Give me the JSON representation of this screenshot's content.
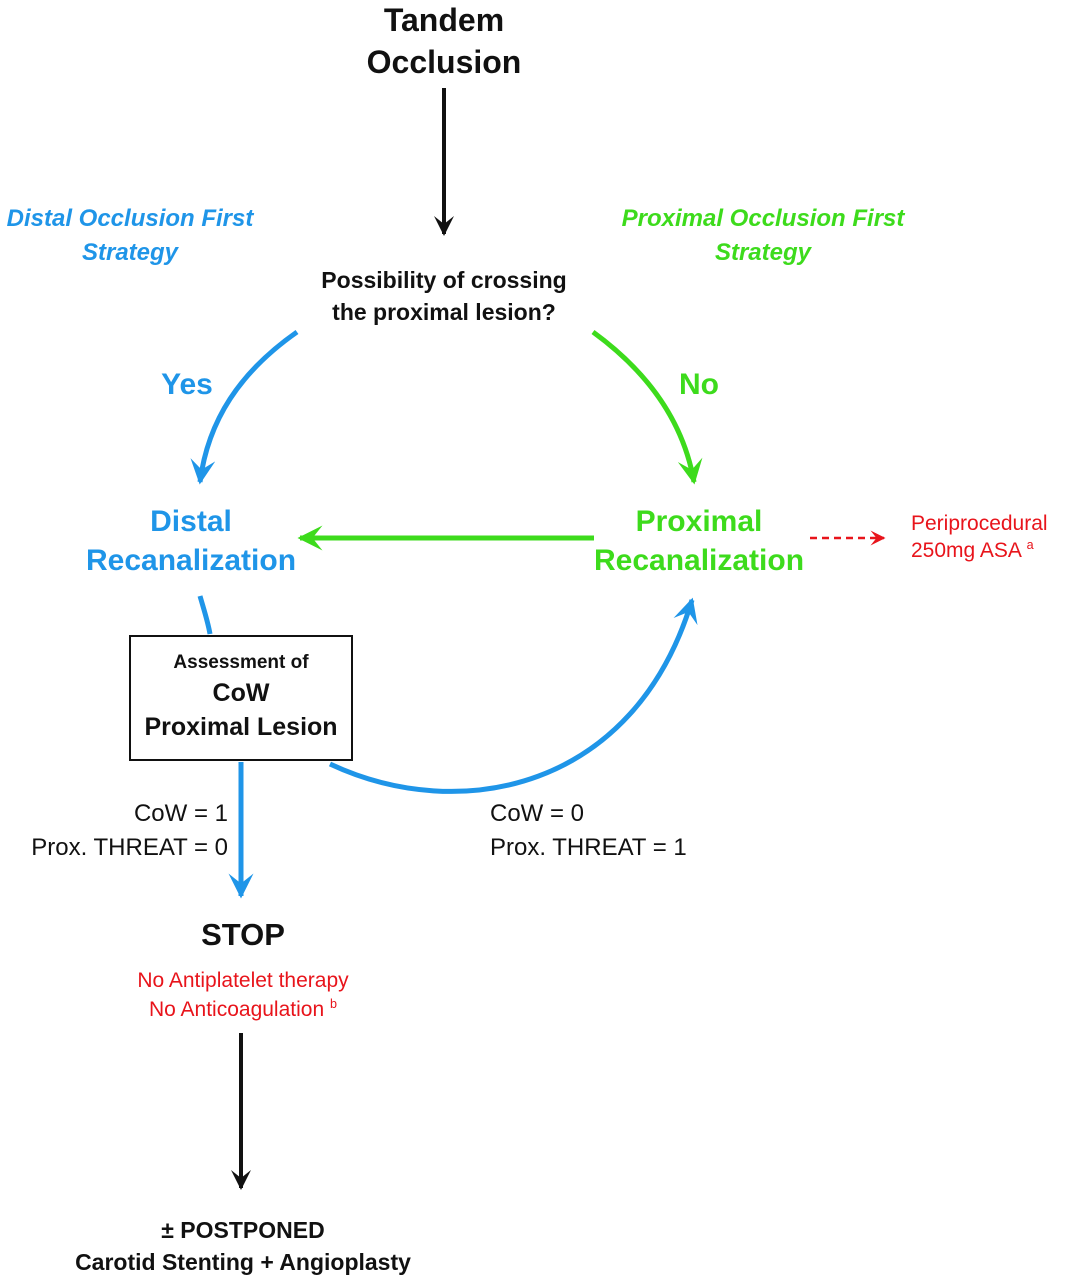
{
  "top_node": {
    "line1": "Tandem",
    "line2": "Occlusion"
  },
  "left_strategy": {
    "line1": "Distal Occlusion First",
    "line2": "Strategy"
  },
  "right_strategy": {
    "line1": "Proximal Occlusion First",
    "line2": "Strategy"
  },
  "question": {
    "line1": "Possibility of crossing",
    "line2": "the proximal lesion?"
  },
  "yes_label": "Yes",
  "no_label": "No",
  "distal": {
    "line1": "Distal",
    "line2": "Recanalization"
  },
  "proximal": {
    "line1": "Proximal",
    "line2": "Recanalization"
  },
  "periprocedural": {
    "line1": "Periprocedural",
    "line2": "250mg ASA",
    "footnote": "a"
  },
  "assessment": {
    "line1": "Assessment of",
    "line2": "CoW",
    "line3": "Proximal Lesion"
  },
  "left_condition": {
    "line1": "CoW = 1",
    "line2": "Prox. THREAT = 0"
  },
  "right_condition": {
    "line1": "CoW = 0",
    "line2": "Prox. THREAT = 1"
  },
  "stop": {
    "label": "STOP",
    "line1": "No Antiplatelet therapy",
    "line2": "No Anticoagulation",
    "footnote": "b"
  },
  "final": {
    "line1": "± POSTPONED",
    "line2": "Carotid Stenting + Angioplasty"
  },
  "colors": {
    "blue": "#1f95e8",
    "green": "#3ddb1c",
    "red": "#e8141b",
    "black": "#111111"
  }
}
